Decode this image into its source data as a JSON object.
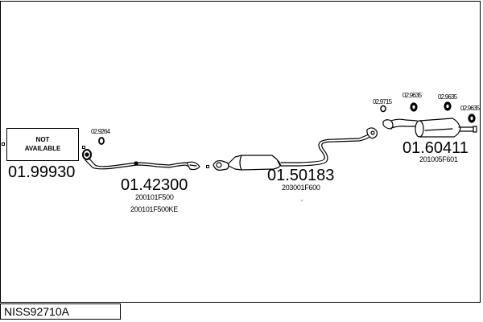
{
  "diagram": {
    "title": "NISS92710A",
    "parts": [
      {
        "id": "part-1",
        "name": "not-available-part",
        "placeholder_text": [
          "NOT",
          "AVAILABLE"
        ],
        "part_number": "01.99930",
        "references": []
      },
      {
        "id": "part-2",
        "name": "front-pipe",
        "part_number": "01.42300",
        "references": [
          "200101F500",
          "200101F500KE"
        ],
        "accessories": [
          {
            "code": "02.9264",
            "icon": "gasket-ring-icon"
          }
        ]
      },
      {
        "id": "part-3",
        "name": "catalytic-converter-middle-pipe",
        "part_number": "01.50183",
        "references": [
          "203001F600"
        ]
      },
      {
        "id": "part-4",
        "name": "rear-silencer",
        "part_number": "01.60411",
        "references": [
          "201005F601"
        ],
        "accessories": [
          {
            "code": "02.9715",
            "icon": "gasket-ring-icon"
          },
          {
            "code": "02.9635",
            "icon": "rubber-hanger-icon"
          },
          {
            "code": "02.9635",
            "icon": "rubber-hanger-icon"
          },
          {
            "code": "02.9635",
            "icon": "rubber-hanger-icon"
          }
        ]
      }
    ]
  }
}
